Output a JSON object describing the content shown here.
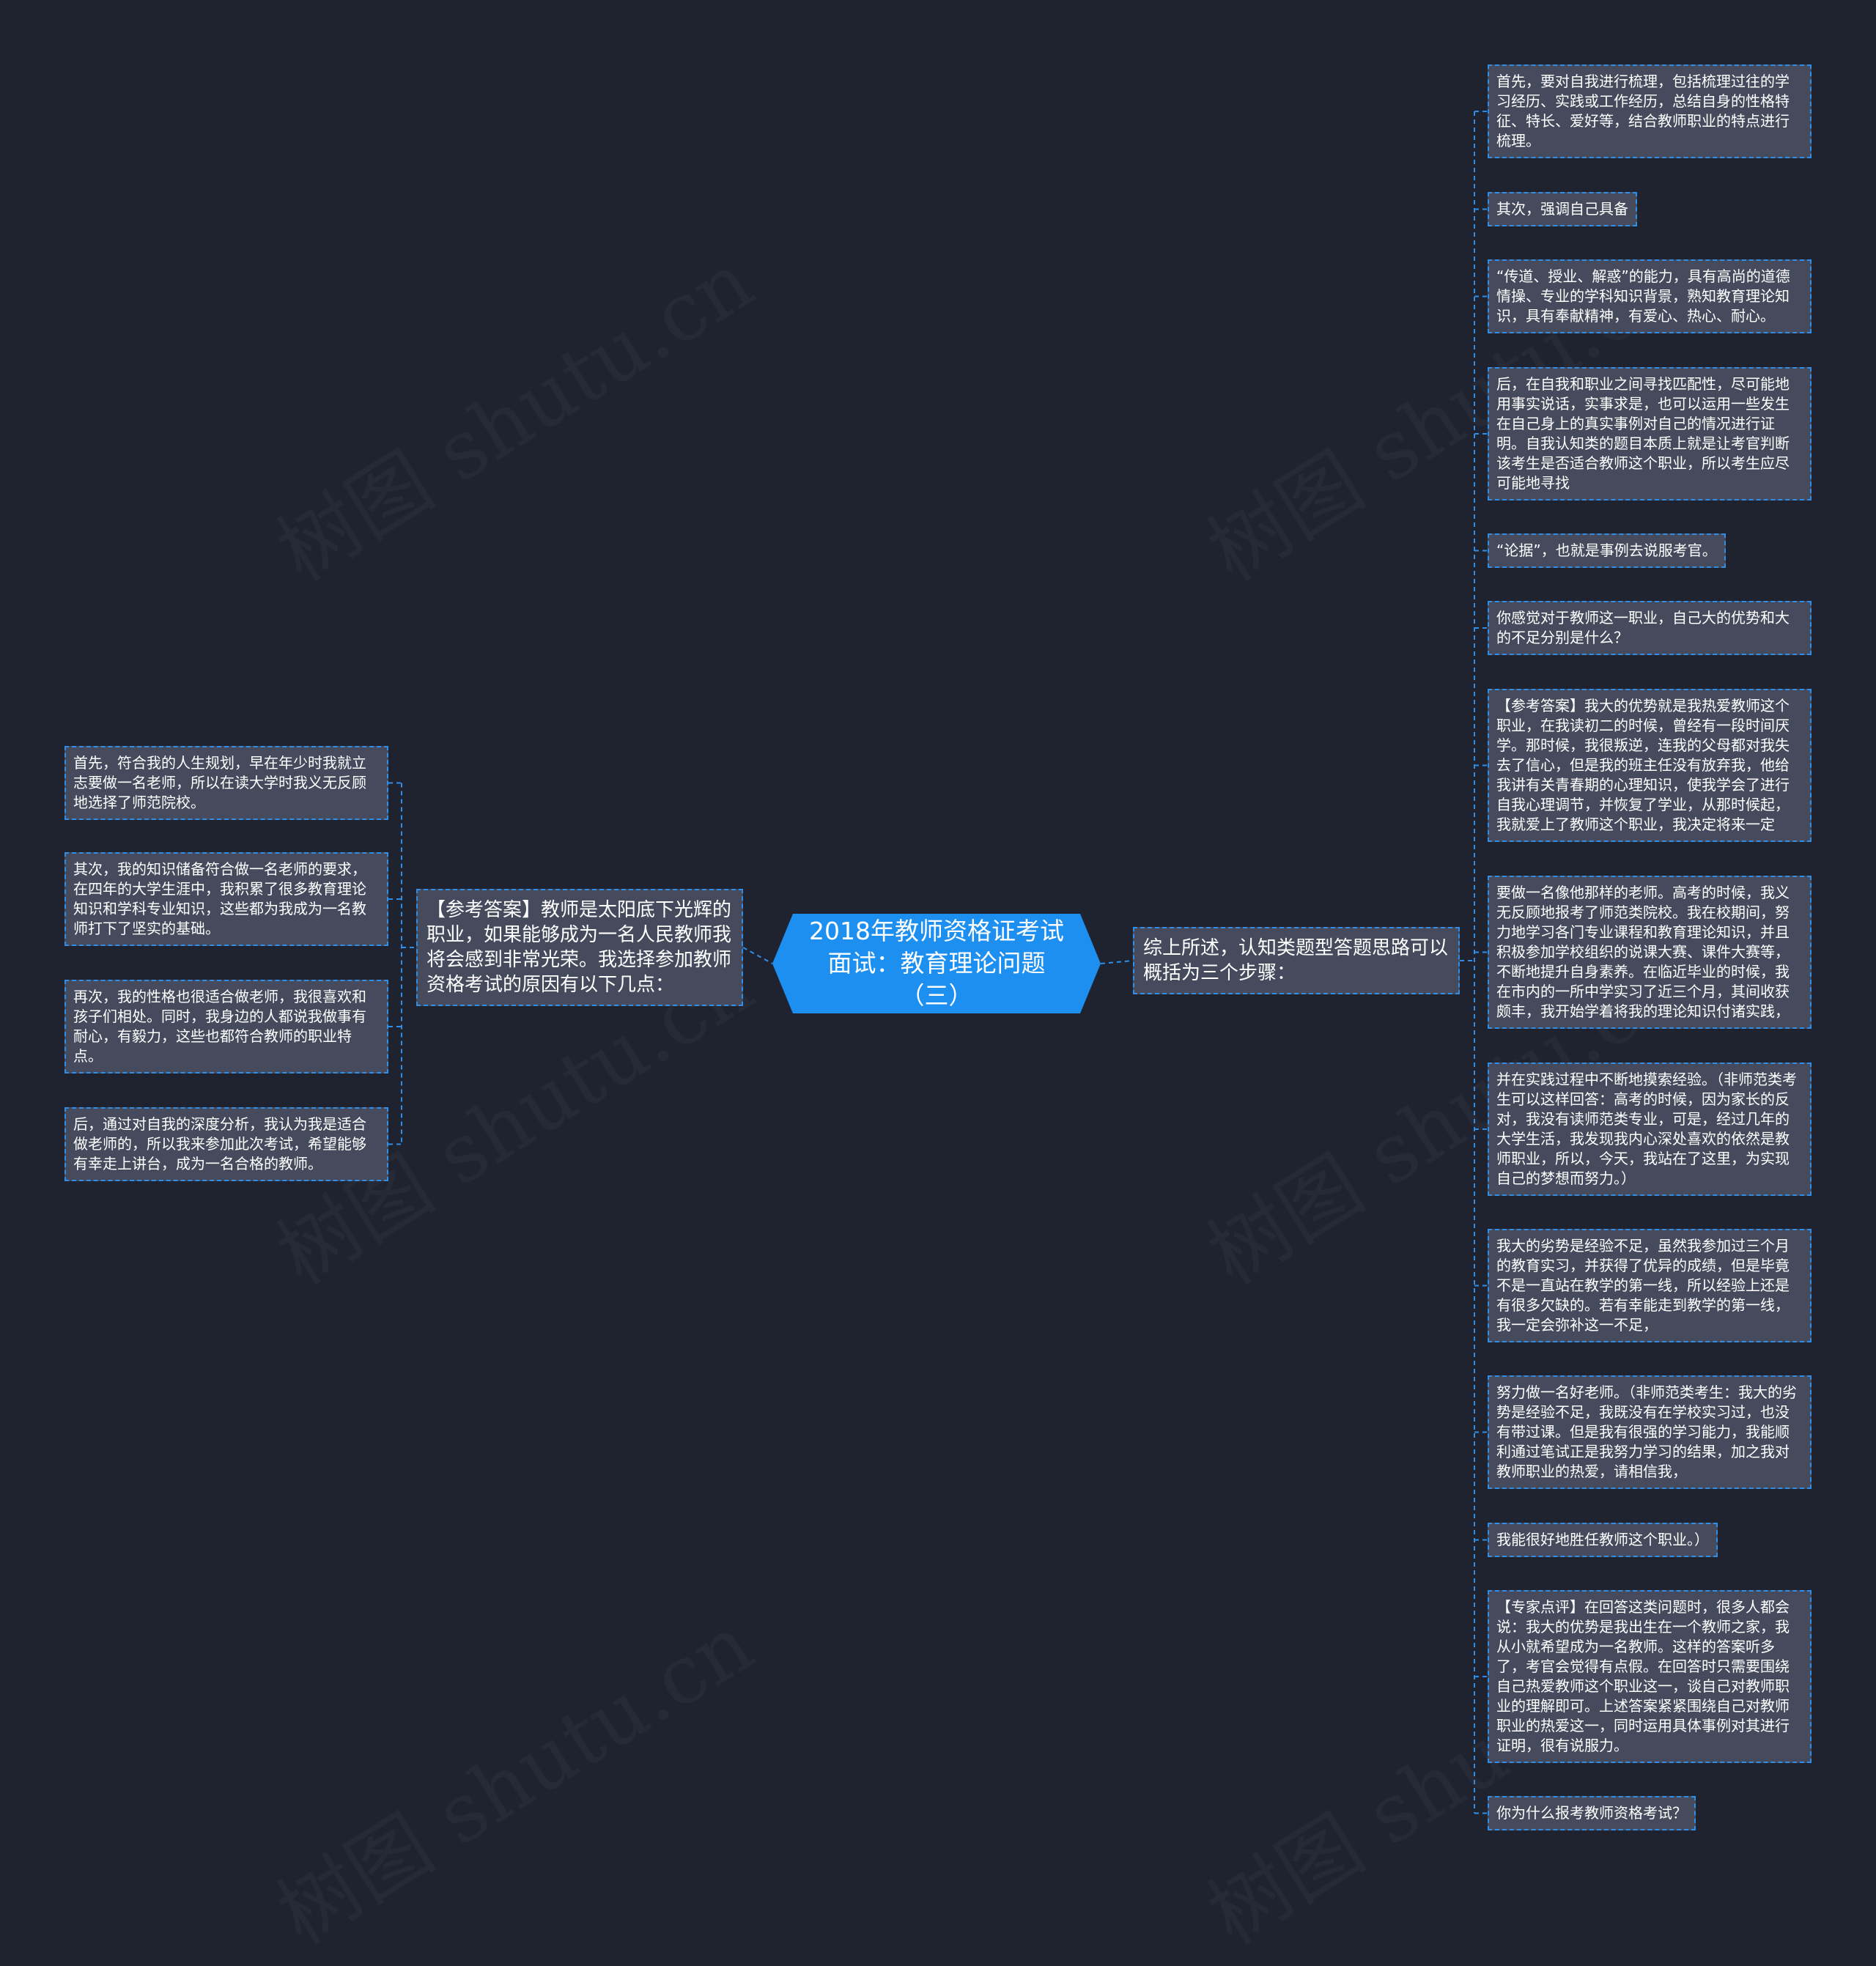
{
  "watermark": "树图 shutu.cn",
  "root": {
    "title": "2018年教师资格证考试面试：教育理论问题（三）"
  },
  "left": {
    "main": "【参考答案】教师是太阳底下光辉的职业，如果能够成为一名人民教师我将会感到非常光荣。我选择参加教师资格考试的原因有以下几点：",
    "items": [
      "首先，符合我的人生规划，早在年少时我就立志要做一名老师，所以在读大学时我义无反顾地选择了师范院校。",
      "其次，我的知识储备符合做一名老师的要求，在四年的大学生涯中，我积累了很多教育理论知识和学科专业知识，这些都为我成为一名教师打下了坚实的基础。",
      "再次，我的性格也很适合做老师，我很喜欢和孩子们相处。同时，我身边的人都说我做事有耐心，有毅力，这些也都符合教师的职业特点。",
      "后，通过对自我的深度分析，我认为我是适合做老师的，所以我来参加此次考试，希望能够有幸走上讲台，成为一名合格的教师。"
    ]
  },
  "right": {
    "main": "综上所述，认知类题型答题思路可以概括为三个步骤：",
    "items": [
      "首先，要对自我进行梳理，包括梳理过往的学习经历、实践或工作经历，总结自身的性格特征、特长、爱好等，结合教师职业的特点进行梳理。",
      "其次，强调自己具备",
      "“传道、授业、解惑”的能力，具有高尚的道德情操、专业的学科知识背景，熟知教育理论知识，具有奉献精神，有爱心、热心、耐心。",
      "后，在自我和职业之间寻找匹配性，尽可能地用事实说话，实事求是，也可以运用一些发生在自己身上的真实事例对自己的情况进行证明。自我认知类的题目本质上就是让考官判断该考生是否适合教师这个职业，所以考生应尽可能地寻找",
      "“论据”，也就是事例去说服考官。",
      "你感觉对于教师这一职业，自己大的优势和大的不足分别是什么？",
      "【参考答案】我大的优势就是我热爱教师这个职业，在我读初二的时候，曾经有一段时间厌学。那时候，我很叛逆，连我的父母都对我失去了信心，但是我的班主任没有放弃我，他给我讲有关青春期的心理知识，使我学会了进行自我心理调节，并恢复了学业，从那时候起，我就爱上了教师这个职业，我决定将来一定",
      "要做一名像他那样的老师。高考的时候，我义无反顾地报考了师范类院校。我在校期间，努力地学习各门专业课程和教育理论知识，并且积极参加学校组织的说课大赛、课件大赛等，不断地提升自身素养。在临近毕业的时候，我在市内的一所中学实习了近三个月，其间收获颇丰，我开始学着将我的理论知识付诸实践，",
      "并在实践过程中不断地摸索经验。（非师范类考生可以这样回答：高考的时候，因为家长的反对，我没有读师范类专业，可是，经过几年的大学生活，我发现我内心深处喜欢的依然是教师职业，所以，今天，我站在了这里，为实现自己的梦想而努力。）",
      "我大的劣势是经验不足，虽然我参加过三个月的教育实习，并获得了优异的成绩，但是毕竟不是一直站在教学的第一线，所以经验上还是有很多欠缺的。若有幸能走到教学的第一线，我一定会弥补这一不足，",
      "努力做一名好老师。（非师范类考生：我大的劣势是经验不足，我既没有在学校实习过，也没有带过课。但是我有很强的学习能力，我能顺利通过笔试正是我努力学习的结果，加之我对教师职业的热爱，请相信我，",
      "我能很好地胜任教师这个职业。）",
      "【专家点评】在回答这类问题时，很多人都会说：我大的优势是我出生在一个教师之家，我从小就希望成为一名教师。这样的答案听多了，考官会觉得有点假。在回答时只需要围绕自己热爱教师这个职业这一，谈自己对教师职业的理解即可。上述答案紧紧围绕自己对教师职业的热爱这一，同时运用具体事例对其进行证明，很有说服力。",
      "你为什么报考教师资格考试？"
    ]
  },
  "colors": {
    "background": "#1f2330",
    "node": "#454b5c",
    "root": "#1d8ff0",
    "line": "#2f8fe8"
  }
}
